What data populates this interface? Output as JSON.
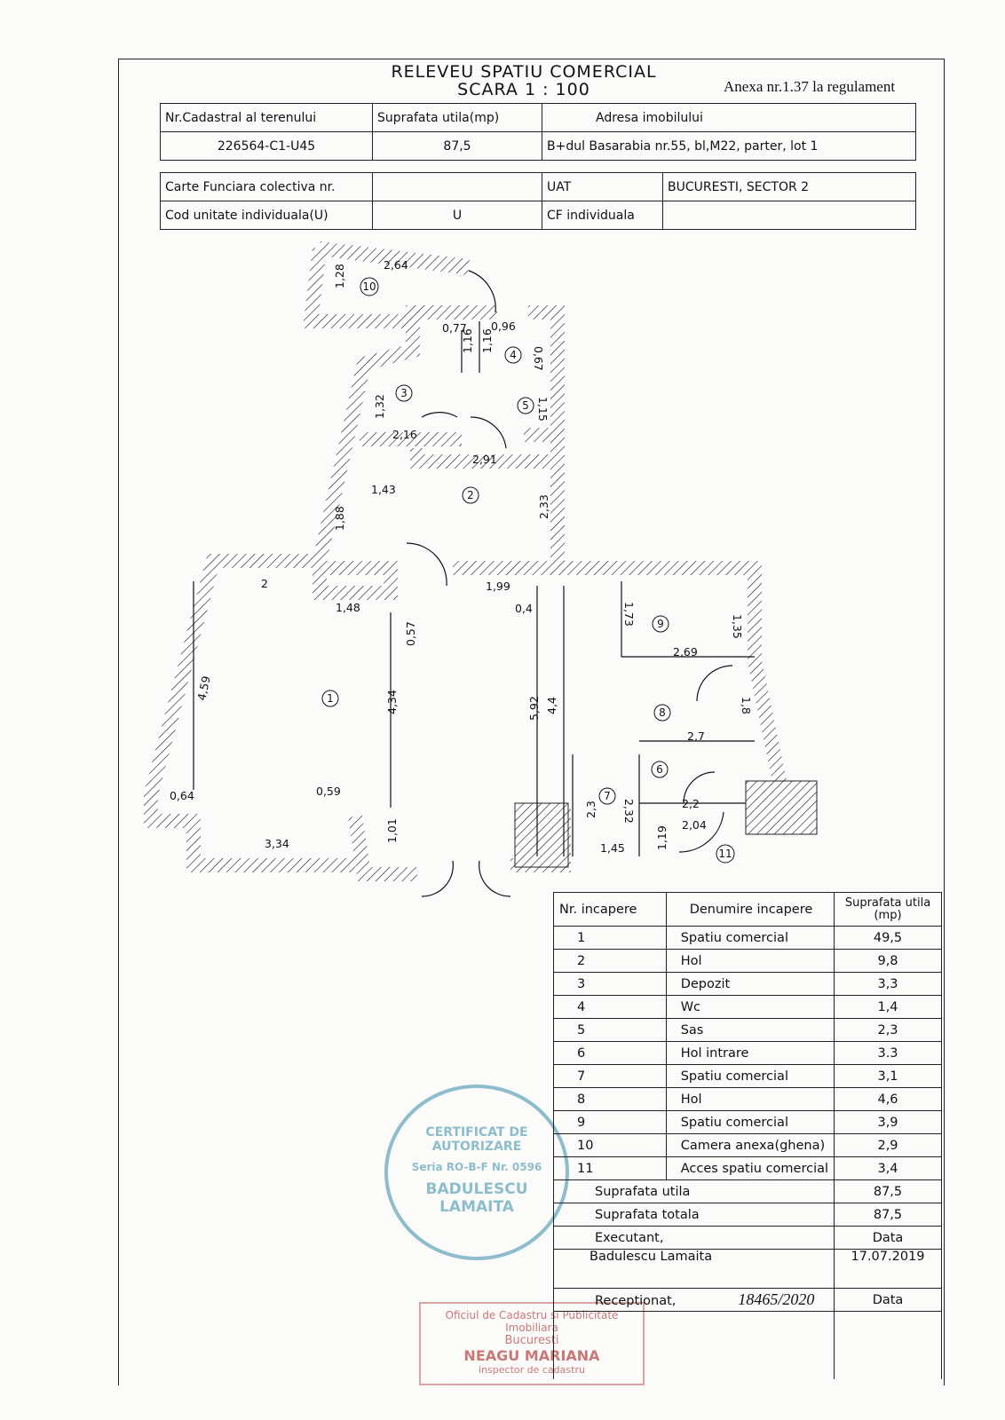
{
  "header": {
    "title": "RELEVEU SPATIU COMERCIAL",
    "scale": "SCARA 1 : 100",
    "annex": "Anexa nr.1.37 la regulament"
  },
  "info_table": {
    "h_cadastral": "Nr.Cadastral al terenului",
    "h_area": "Suprafata utila(mp)",
    "h_address": "Adresa imobilului",
    "cadastral": "226564-C1-U45",
    "area": "87,5",
    "address": "B+dul Basarabia nr.55, bl,M22, parter, lot 1"
  },
  "info_table2": {
    "carte_label": "Carte Funciara colectiva nr.",
    "carte_value": "",
    "uat_label": "UAT",
    "uat_value": "BUCURESTI, SECTOR 2",
    "cod_label": "Cod unitate individuala(U)",
    "cod_value": "U",
    "cf_label": "CF individuala",
    "cf_value": ""
  },
  "plan": {
    "room_numbers": [
      "1",
      "2",
      "3",
      "4",
      "5",
      "6",
      "7",
      "8",
      "9",
      "10",
      "11"
    ],
    "dimensions": [
      "2,64",
      "1,28",
      "0,77",
      "0,96",
      "1,16",
      "1,16",
      "0,67",
      "1,32",
      "1,15",
      "2,16",
      "2,91",
      "1,43",
      "1,88",
      "2,33",
      "2",
      "1,48",
      "1,99",
      "0,4",
      "0,57",
      "1,73",
      "1,35",
      "2,69",
      "4,59",
      "4,34",
      "5,92",
      "4,4",
      "1,8",
      "2,7",
      "0,64",
      "0,59",
      "2,3",
      "2,32",
      "2,2",
      "2,04",
      "1,01",
      "1,19",
      "1,45",
      "3,34"
    ]
  },
  "rooms_table": {
    "h_nr": "Nr. incapere",
    "h_name": "Denumire incapere",
    "h_area": "Suprafata utila (mp)",
    "rows": [
      {
        "nr": "1",
        "name": "Spatiu comercial",
        "area": "49,5"
      },
      {
        "nr": "2",
        "name": "Hol",
        "area": "9,8"
      },
      {
        "nr": "3",
        "name": "Depozit",
        "area": "3,3"
      },
      {
        "nr": "4",
        "name": "Wc",
        "area": "1,4"
      },
      {
        "nr": "5",
        "name": "Sas",
        "area": "2,3"
      },
      {
        "nr": "6",
        "name": "Hol intrare",
        "area": "3.3"
      },
      {
        "nr": "7",
        "name": "Spatiu comercial",
        "area": "3,1"
      },
      {
        "nr": "8",
        "name": "Hol",
        "area": "4,6"
      },
      {
        "nr": "9",
        "name": "Spatiu comercial",
        "area": "3,9"
      },
      {
        "nr": "10",
        "name": "Camera anexa(ghena)",
        "area": "2,9"
      },
      {
        "nr": "11",
        "name": "Acces spatiu comercial",
        "area": "3,4"
      }
    ],
    "useful_label": "Suprafata utila",
    "useful_value": "87,5",
    "total_label": "Suprafata totala",
    "total_value": "87,5",
    "executant_label": "Executant,",
    "date_label": "Data",
    "executant_name": "Badulescu Lamaita",
    "executant_date": "17.07.2019",
    "received_label": "Receptionat,",
    "received_date_label": "Data",
    "received_number": "18465/2020"
  },
  "stamps": {
    "blue": [
      "CERTIFICAT DE AUTORIZARE",
      "Seria RO-B-F Nr. 0596",
      "BADULESCU LAMAITA"
    ],
    "red": [
      "Oficiul de Cadastru si Publicitate Imobiliara",
      "Bucuresti",
      "NEAGU MARIANA",
      "inspector de cadastru"
    ]
  },
  "colors": {
    "ink": "#111111",
    "stamp_blue": "#7ab3c4",
    "stamp_red": "#c46a6a",
    "hatch": "#222222"
  }
}
